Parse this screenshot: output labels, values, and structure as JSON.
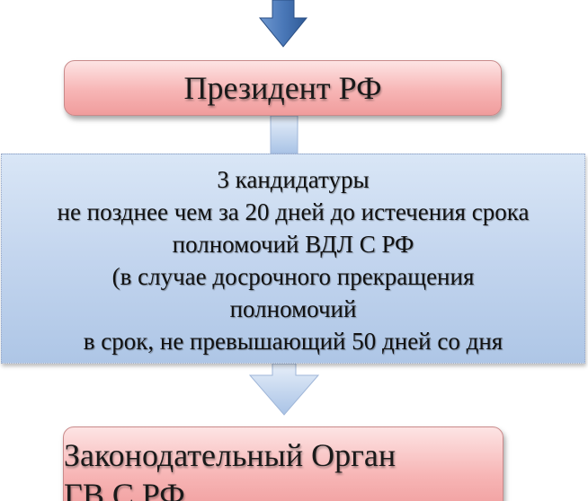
{
  "top_box": {
    "label": "Президент РФ"
  },
  "middle_box": {
    "lines": [
      "3 кандидатуры",
      "не позднее чем за 20 дней до истечения срока",
      "полномочий ВДЛ С РФ",
      "(в случае досрочного прекращения",
      "полномочий",
      "в срок, не превышающий 50 дней со дня"
    ]
  },
  "bottom_box": {
    "lines": [
      "Законодательный Орган",
      "ГВ С РФ"
    ]
  },
  "colors": {
    "arrow_top": "#4a78b8",
    "arrow_light": "#b8cde9",
    "box_pink": "#f7b5b5",
    "box_blue": "#c3d5ee"
  }
}
